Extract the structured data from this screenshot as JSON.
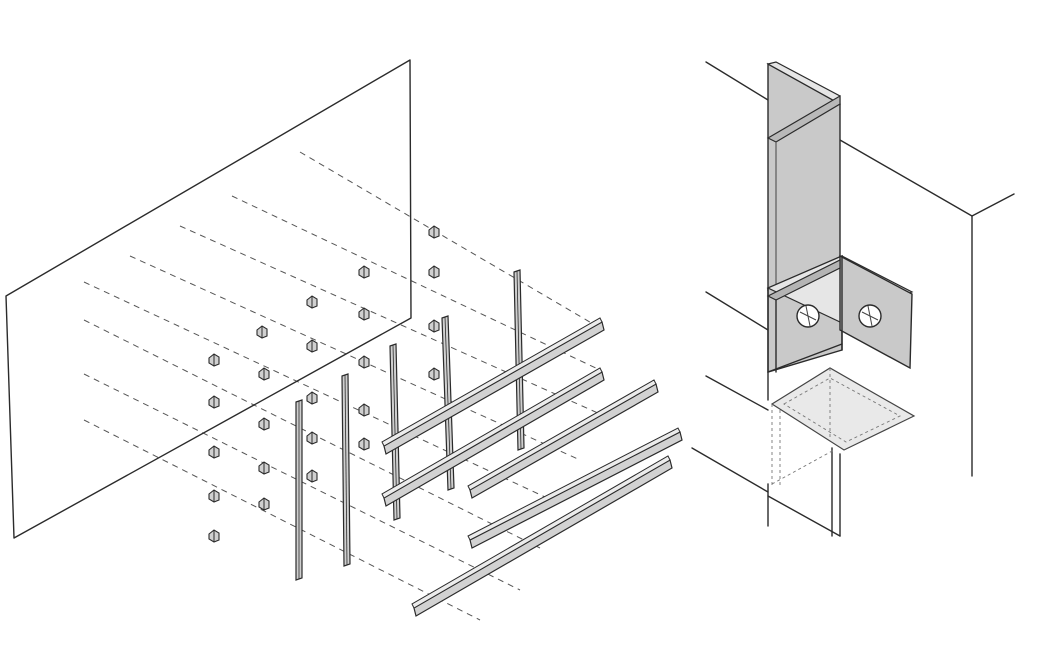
{
  "colors": {
    "ink": "#2b2b2b",
    "paper": "#ffffff",
    "metal_fill": "#c9c9c9",
    "metal_fill_dark": "#b4b4b4",
    "metal_highlight": "#e6e6e6"
  },
  "parts": {
    "left": [
      "cladding-panel",
      "angle-clip",
      "vertical-rail",
      "horizontal-rail"
    ],
    "right": [
      "l-bracket",
      "bracket-bolt-hole",
      "base-plate"
    ]
  }
}
